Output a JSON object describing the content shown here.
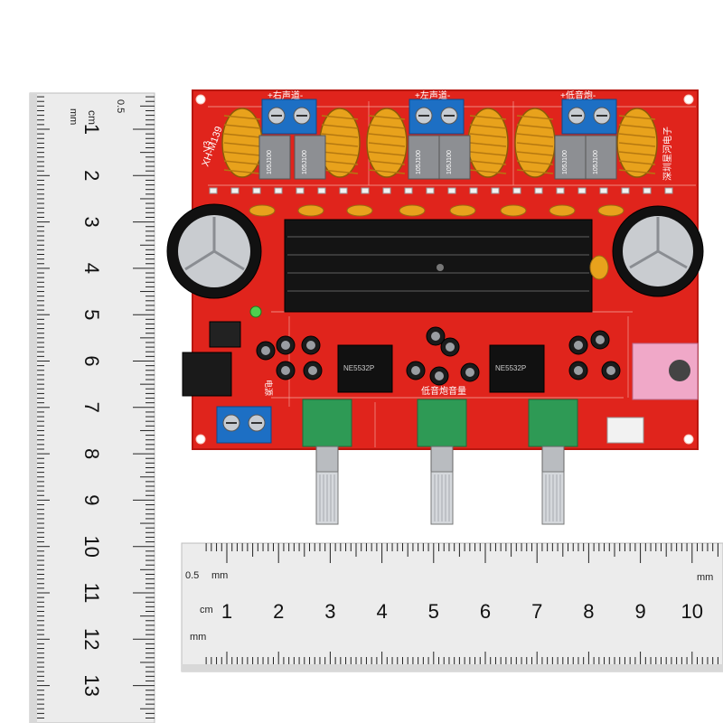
{
  "colors": {
    "pcb": "#e0241c",
    "pcb_dark": "#b8160f",
    "terminal": "#1d6fc4",
    "inductor": "#e8a21c",
    "heatsink": "#151515",
    "ruler": "#e9e9e9",
    "pot": "#2e9a55",
    "jack": "#f0a8c8"
  },
  "board": {
    "label_right": "+右声道-",
    "label_left": "+左声道-",
    "label_sub": "+低音炮-",
    "model": "XH-M139",
    "version": "V3",
    "maker": "深圳星河电子",
    "power_label": "电源",
    "sub_volume_label": "低音炮音量",
    "cap_text_1": "105J100",
    "cap_text_2": "105J100",
    "cap_text_3": "105J100",
    "cap_text_4": "105J100",
    "cap_text_5": "105J100",
    "cap_text_6": "105J100",
    "chip_1": "NE5532P",
    "chip_2": "NE5532P"
  },
  "ruler_vertical": {
    "unit_mm": "mm",
    "unit_cm": "cm",
    "half_mm": "0.5",
    "numbers": [
      "1",
      "2",
      "3",
      "4",
      "5",
      "6",
      "7",
      "8",
      "9",
      "10",
      "11",
      "12",
      "13"
    ]
  },
  "ruler_horizontal": {
    "unit_mm": "mm",
    "unit_cm": "cm",
    "half_mm": "0.5",
    "unit_mm_right": "mm",
    "numbers": [
      "1",
      "2",
      "3",
      "4",
      "5",
      "6",
      "7",
      "8",
      "9",
      "10"
    ]
  }
}
